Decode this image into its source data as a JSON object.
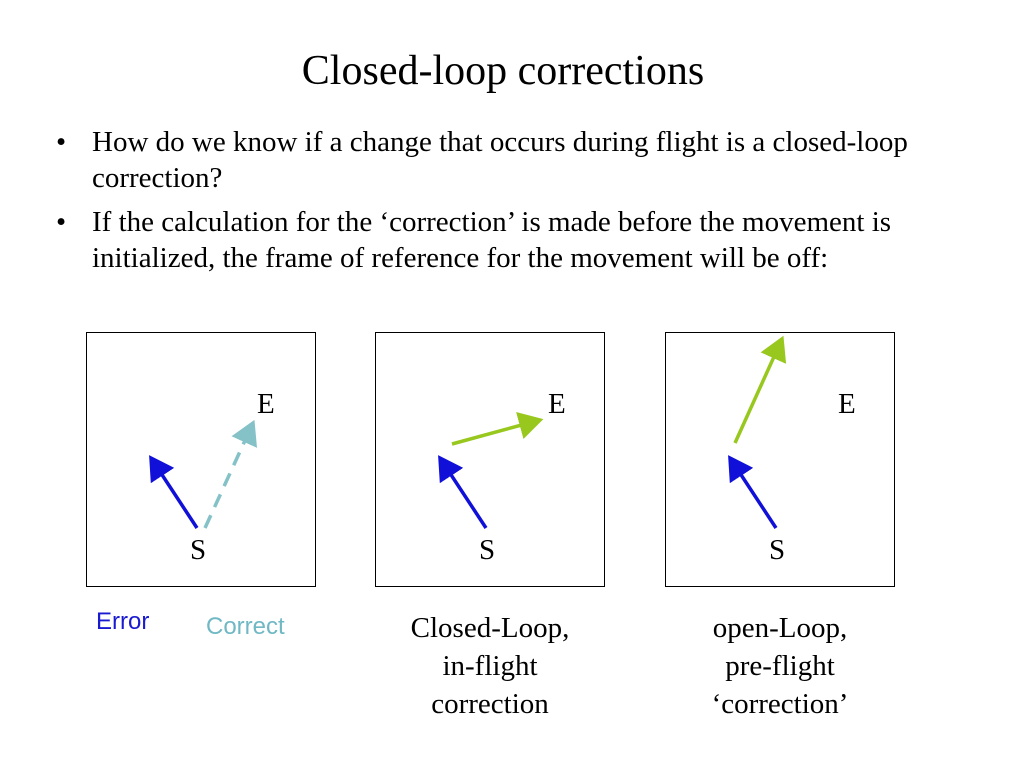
{
  "title": "Closed-loop corrections",
  "bullets": [
    {
      "marker": "•",
      "text": "How do we know if a change that occurs during flight is a closed-loop correction?"
    },
    {
      "marker": "•",
      "text": "If the calculation for the ‘correction’ is made before the movement is initialized, the frame of reference for the movement will be off:"
    }
  ],
  "panels": [
    {
      "end_label": "E",
      "start_label": "S"
    },
    {
      "end_label": "E",
      "start_label": "S"
    },
    {
      "end_label": "E",
      "start_label": "S"
    }
  ],
  "legend": {
    "error": "Error",
    "correct": "Correct"
  },
  "captions": {
    "closed_loop": [
      "Closed-Loop,",
      "in-flight",
      "correction"
    ],
    "open_loop": [
      "open-Loop,",
      "pre-flight",
      "‘correction’"
    ]
  },
  "colors": {
    "error_arrow": "#1010d8",
    "correct_arrow": "#84c2c8",
    "correction_arrow": "#98c81e",
    "error_text": "#1a1ad0",
    "correct_text": "#6fb8c4"
  }
}
